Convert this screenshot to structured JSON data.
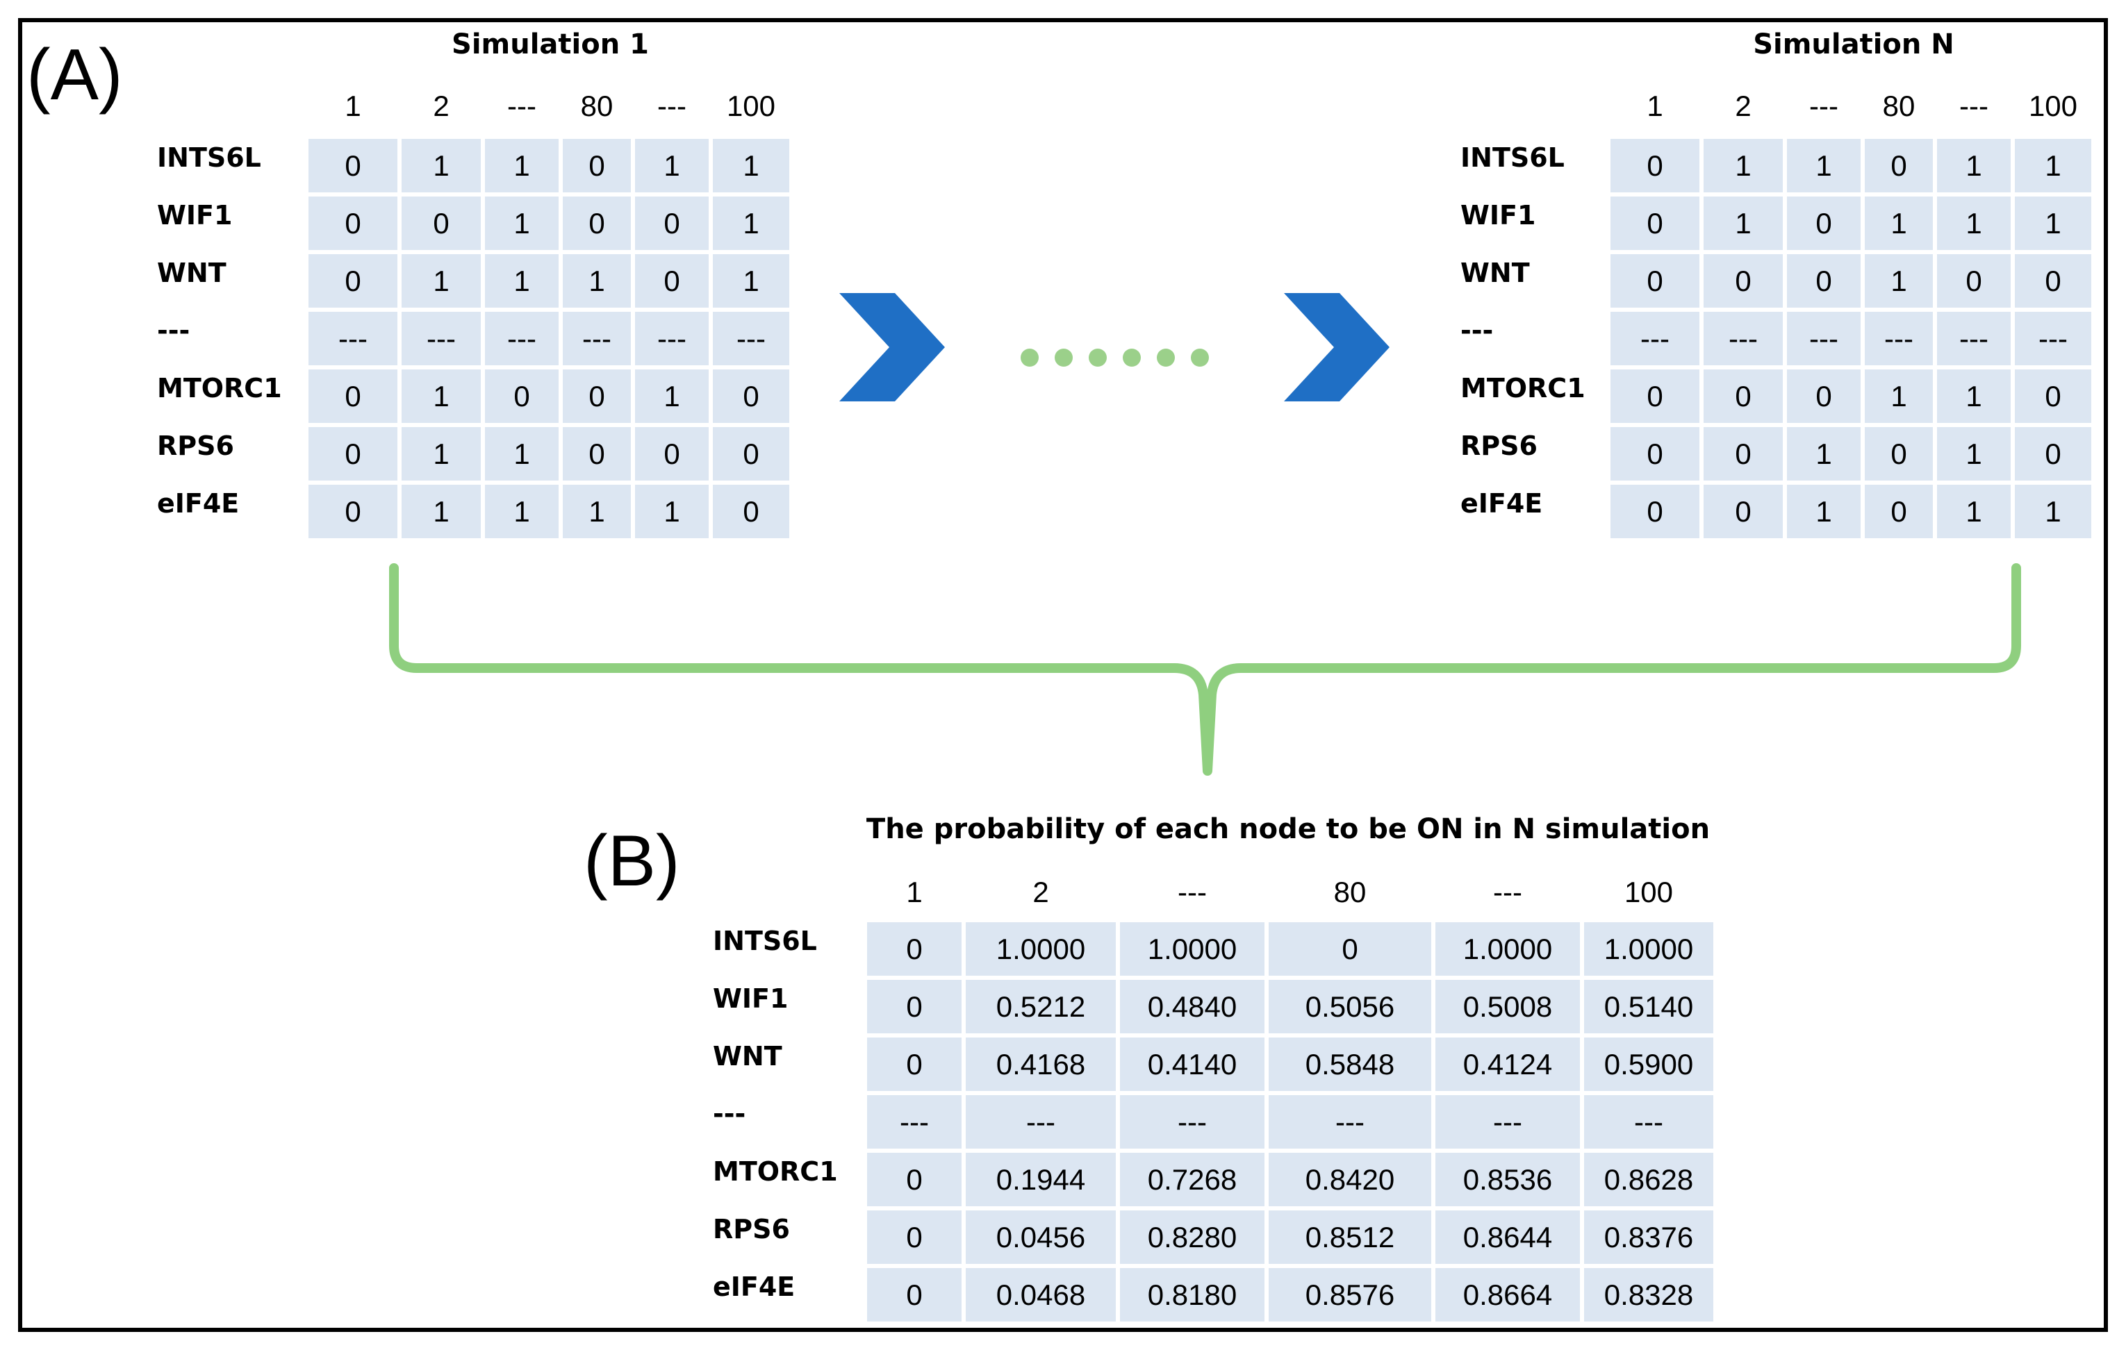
{
  "panel_a": {
    "label": "(A)",
    "simulation_1": {
      "title": "Simulation 1",
      "columns": [
        "1",
        "2",
        "---",
        "80",
        "---",
        "100"
      ],
      "rows": [
        {
          "node": "INTS6L",
          "values": [
            "0",
            "1",
            "1",
            "0",
            "1",
            "1"
          ]
        },
        {
          "node": "WIF1",
          "values": [
            "0",
            "0",
            "1",
            "0",
            "0",
            "1"
          ]
        },
        {
          "node": "WNT",
          "values": [
            "0",
            "1",
            "1",
            "1",
            "0",
            "1"
          ]
        },
        {
          "node": "---",
          "values": [
            "---",
            "---",
            "---",
            "---",
            "---",
            "---"
          ]
        },
        {
          "node": "MTORC1",
          "values": [
            "0",
            "1",
            "0",
            "0",
            "1",
            "0"
          ]
        },
        {
          "node": "RPS6",
          "values": [
            "0",
            "1",
            "1",
            "0",
            "0",
            "0"
          ]
        },
        {
          "node": "eIF4E",
          "values": [
            "0",
            "1",
            "1",
            "1",
            "1",
            "0"
          ]
        }
      ]
    },
    "simulation_n": {
      "title": "Simulation N",
      "columns": [
        "1",
        "2",
        "---",
        "80",
        "---",
        "100"
      ],
      "rows": [
        {
          "node": "INTS6L",
          "values": [
            "0",
            "1",
            "1",
            "0",
            "1",
            "1"
          ]
        },
        {
          "node": "WIF1",
          "values": [
            "0",
            "1",
            "0",
            "1",
            "1",
            "1"
          ]
        },
        {
          "node": "WNT",
          "values": [
            "0",
            "0",
            "0",
            "1",
            "0",
            "0"
          ]
        },
        {
          "node": "---",
          "values": [
            "---",
            "---",
            "---",
            "---",
            "---",
            "---"
          ]
        },
        {
          "node": "MTORC1",
          "values": [
            "0",
            "0",
            "0",
            "1",
            "1",
            "0"
          ]
        },
        {
          "node": "RPS6",
          "values": [
            "0",
            "0",
            "1",
            "0",
            "1",
            "0"
          ]
        },
        {
          "node": "eIF4E",
          "values": [
            "0",
            "0",
            "1",
            "0",
            "1",
            "1"
          ]
        }
      ]
    }
  },
  "panel_b": {
    "label": "(B)",
    "title": "The probability of each node to be ON in N simulation",
    "columns": [
      "1",
      "2",
      "---",
      "80",
      "---",
      "100"
    ],
    "rows": [
      {
        "node": "INTS6L",
        "values": [
          "0",
          "1.0000",
          "1.0000",
          "0",
          "1.0000",
          "1.0000"
        ]
      },
      {
        "node": "WIF1",
        "values": [
          "0",
          "0.5212",
          "0.4840",
          "0.5056",
          "0.5008",
          "0.5140"
        ]
      },
      {
        "node": "WNT",
        "values": [
          "0",
          "0.4168",
          "0.4140",
          "0.5848",
          "0.4124",
          "0.5900"
        ]
      },
      {
        "node": "---",
        "values": [
          "---",
          "---",
          "---",
          "---",
          "---",
          "---"
        ]
      },
      {
        "node": "MTORC1",
        "values": [
          "0",
          "0.1944",
          "0.7268",
          "0.8420",
          "0.8536",
          "0.8628"
        ]
      },
      {
        "node": "RPS6",
        "values": [
          "0",
          "0.0456",
          "0.8280",
          "0.8512",
          "0.8644",
          "0.8376"
        ]
      },
      {
        "node": "eIF4E",
        "values": [
          "0",
          "0.0468",
          "0.8180",
          "0.8576",
          "0.8664",
          "0.8328"
        ]
      }
    ]
  },
  "colors": {
    "cell_fill": "#dce6f2",
    "arrow": "#1f6fc5",
    "dots": "#9bd08a",
    "brace": "#8fcf7f"
  },
  "icons": {
    "arrow": "chevron-right-icon",
    "ellipsis": "green-dots-icon"
  }
}
